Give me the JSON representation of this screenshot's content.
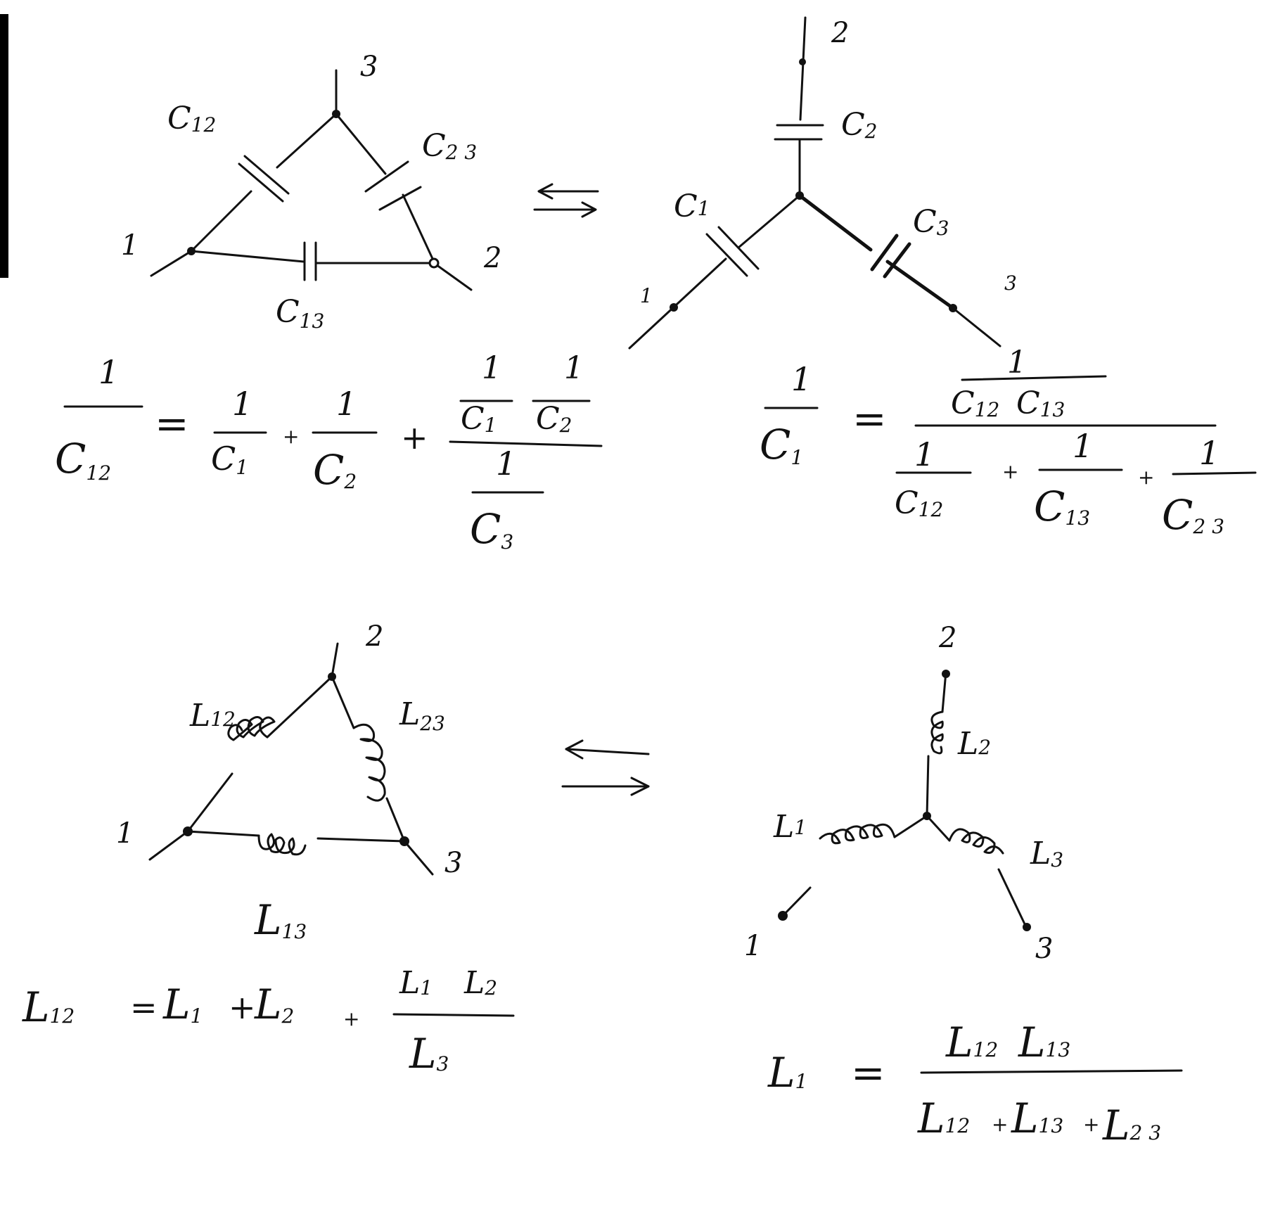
{
  "sections": {
    "capacitor": {
      "delta": {
        "nodes": [
          "1",
          "2",
          "3"
        ],
        "labels": {
          "c12": {
            "main": "C",
            "sub": "12"
          },
          "c23": {
            "main": "C",
            "sub": "2 3"
          },
          "c13": {
            "main": "C",
            "sub": "13"
          }
        }
      },
      "star": {
        "nodes": [
          "1",
          "2",
          "3"
        ],
        "labels": {
          "c1": {
            "main": "C",
            "sub": "1"
          },
          "c2": {
            "main": "C",
            "sub": "2"
          },
          "c3": {
            "main": "C",
            "sub": "3"
          }
        }
      },
      "formula_delta_from_star": {
        "lhs_num": "1",
        "lhs_den": "C",
        "lhs_den_sub": "12",
        "eq": "=",
        "t1_num": "1",
        "t1_den": "C",
        "t1_den_sub": "1",
        "plus1": "+",
        "t2_num": "1",
        "t2_den": "C",
        "t2_den_sub": "2",
        "plus2": "+",
        "t3_a_num": "1",
        "t3_a_den": "C",
        "t3_a_den_sub": "1",
        "t3_b_num": "1",
        "t3_b_den": "C",
        "t3_b_den_sub": "2",
        "t3_c_num": "1",
        "t3_c_den": "C",
        "t3_c_den_sub": "3"
      },
      "formula_star_from_delta": {
        "lhs_num": "1",
        "lhs_den": "C",
        "lhs_den_sub": "1",
        "eq": "=",
        "num_one": "1",
        "num_a": "C",
        "num_a_sub": "12",
        "num_b": "C",
        "num_b_sub": "13",
        "d1_num": "1",
        "d1_den": "C",
        "d1_den_sub": "12",
        "plus1": "+",
        "d2_num": "1",
        "d2_den": "C",
        "d2_den_sub": "13",
        "plus2": "+",
        "d3_num": "1",
        "d3_den": "C",
        "d3_den_sub": "2 3"
      }
    },
    "inductor": {
      "delta": {
        "nodes": [
          "1",
          "2",
          "3"
        ],
        "labels": {
          "l12": {
            "main": "L",
            "sub": "12"
          },
          "l23": {
            "main": "L",
            "sub": "23"
          },
          "l13": {
            "main": "L",
            "sub": "13"
          }
        }
      },
      "star": {
        "nodes": [
          "1",
          "2",
          "3"
        ],
        "labels": {
          "l1": {
            "main": "L",
            "sub": "1"
          },
          "l2": {
            "main": "L",
            "sub": "2"
          },
          "l3": {
            "main": "L",
            "sub": "3"
          }
        }
      },
      "formula_delta_from_star": {
        "lhs": "L",
        "lhs_sub": "12",
        "eq": "=",
        "a": "L",
        "a_sub": "1",
        "plus1": "+",
        "b": "L",
        "b_sub": "2",
        "plus2": "+",
        "frac_num_a": "L",
        "frac_num_a_sub": "1",
        "frac_num_b": "L",
        "frac_num_b_sub": "2",
        "frac_den": "L",
        "frac_den_sub": "3"
      },
      "formula_star_from_delta": {
        "lhs": "L",
        "lhs_sub": "1",
        "eq": "=",
        "num_a": "L",
        "num_a_sub": "12",
        "num_b": "L",
        "num_b_sub": "13",
        "den_a": "L",
        "den_a_sub": "12",
        "plus1": "+",
        "den_b": "L",
        "den_b_sub": "13",
        "plus2": "+",
        "den_c": "L",
        "den_c_sub": "2 3"
      }
    }
  },
  "colors": {
    "ink": "#111111",
    "paper": "#ffffff",
    "margin_bar": "#000000"
  }
}
